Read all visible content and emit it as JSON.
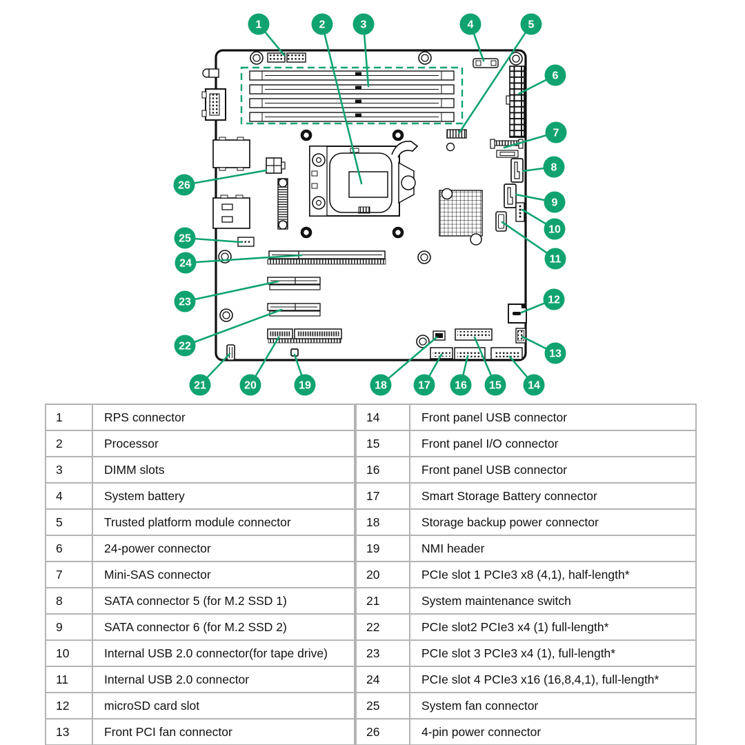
{
  "colors": {
    "accent": "#10A370"
  },
  "diagram": {
    "callouts": [
      "1",
      "2",
      "3",
      "4",
      "5",
      "6",
      "7",
      "8",
      "9",
      "10",
      "11",
      "12",
      "13",
      "14",
      "15",
      "16",
      "17",
      "18",
      "19",
      "20",
      "21",
      "22",
      "23",
      "24",
      "25",
      "26"
    ]
  },
  "table": {
    "left_rows": [
      [
        "1",
        "RPS connector"
      ],
      [
        "2",
        "Processor"
      ],
      [
        "3",
        "DIMM slots"
      ],
      [
        "4",
        "System battery"
      ],
      [
        "5",
        "Trusted platform module connector"
      ],
      [
        "6",
        "24-power connector"
      ],
      [
        "7",
        "Mini-SAS connector"
      ],
      [
        "8",
        "SATA connector 5 (for M.2 SSD 1)"
      ],
      [
        "9",
        "SATA connector 6 (for M.2 SSD 2)"
      ],
      [
        "10",
        "Internal USB 2.0 connector(for tape drive)"
      ],
      [
        "11",
        "Internal USB 2.0 connector"
      ],
      [
        "12",
        "microSD card slot"
      ],
      [
        "13",
        "Front PCI fan connector"
      ]
    ],
    "right_rows": [
      [
        "14",
        "Front panel USB connector"
      ],
      [
        "15",
        "Front panel I/O connector"
      ],
      [
        "16",
        "Front panel USB connector"
      ],
      [
        "17",
        "Smart Storage Battery connector"
      ],
      [
        "18",
        "Storage backup power connector"
      ],
      [
        "19",
        "NMI header"
      ],
      [
        "20",
        "PCIe slot 1 PCIe3 x8 (4,1), half-length*"
      ],
      [
        "21",
        "System maintenance switch"
      ],
      [
        "22",
        "PCIe slot2 PCIe3 x4 (1) full-length*"
      ],
      [
        "23",
        "PCIe slot 3 PCIe3 x4 (1), full-length*"
      ],
      [
        "24",
        "PCIe slot 4 PCIe3 x16 (16,8,4,1), full-length*"
      ],
      [
        "25",
        "System fan connector"
      ],
      [
        "26",
        "4-pin power connector"
      ]
    ]
  }
}
